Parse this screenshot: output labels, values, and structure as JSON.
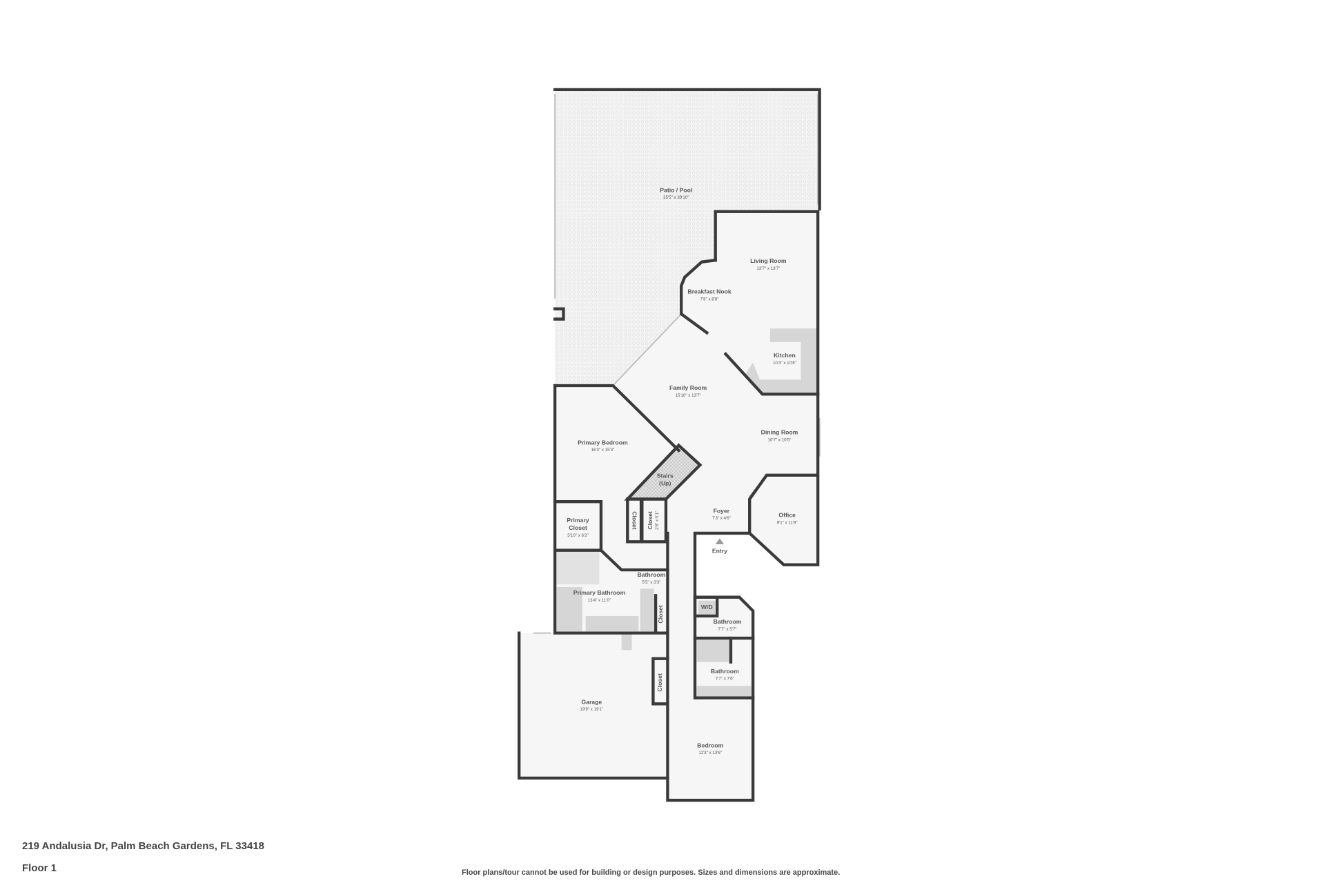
{
  "footer": {
    "address": "219 Andalusia Dr, Palm Beach Gardens, FL 33418",
    "floor": "Floor 1",
    "disclaimer": "Floor plans/tour cannot be used for building or design purposes. Sizes and dimensions are approximate."
  },
  "colors": {
    "wall": "#3a3a3a",
    "room_fill": "#f5f5f5",
    "fixture": "#d6d6d6",
    "text": "#555555"
  },
  "rooms": {
    "patio": {
      "name": "Patio / Pool",
      "dim": "35'5\" x 39'10\""
    },
    "living": {
      "name": "Living Room",
      "dim": "13'7\" x 13'7\""
    },
    "nook": {
      "name": "Breakfast Nook",
      "dim": "7'8\" x 8'8\""
    },
    "kitchen": {
      "name": "Kitchen",
      "dim": "10'3\" x 10'8\""
    },
    "family": {
      "name": "Family Room",
      "dim": "15'10\" x 13'7\""
    },
    "dining": {
      "name": "Dining Room",
      "dim": "10'7\" x 10'5\""
    },
    "primary_bedroom": {
      "name": "Primary Bedroom",
      "dim": "16'3\" x 15'3\""
    },
    "stairs": {
      "name": "Stairs",
      "sub": "(Up)"
    },
    "closet1": {
      "name": "Closet"
    },
    "closet2": {
      "name": "Closet",
      "dim": "2'8\" x 5'1\""
    },
    "foyer": {
      "name": "Foyer",
      "dim": "7'3\" x 4'6\""
    },
    "office": {
      "name": "Office",
      "dim": "9'1\" x 11'9\""
    },
    "entry": {
      "name": "Entry"
    },
    "primary_closet": {
      "name": "Primary",
      "name2": "Closet",
      "dim": "5'10\" x 6'2\""
    },
    "half_bath": {
      "name": "Bathroom",
      "dim": "5'5\" x 3'3\""
    },
    "primary_bath": {
      "name": "Primary Bathroom",
      "dim": "13'4\" x 11'0\""
    },
    "closet3": {
      "name": "Closet"
    },
    "wd": {
      "name": "W/D"
    },
    "bath2": {
      "name": "Bathroom",
      "dim": "7'7\" x 5'7\""
    },
    "bath3": {
      "name": "Bathroom",
      "dim": "7'7\" x 7'6\""
    },
    "closet4": {
      "name": "Closet"
    },
    "garage": {
      "name": "Garage",
      "dim": "19'9\" x 19'1\""
    },
    "bedroom": {
      "name": "Bedroom",
      "dim": "11'3\" x 13'6\""
    }
  }
}
